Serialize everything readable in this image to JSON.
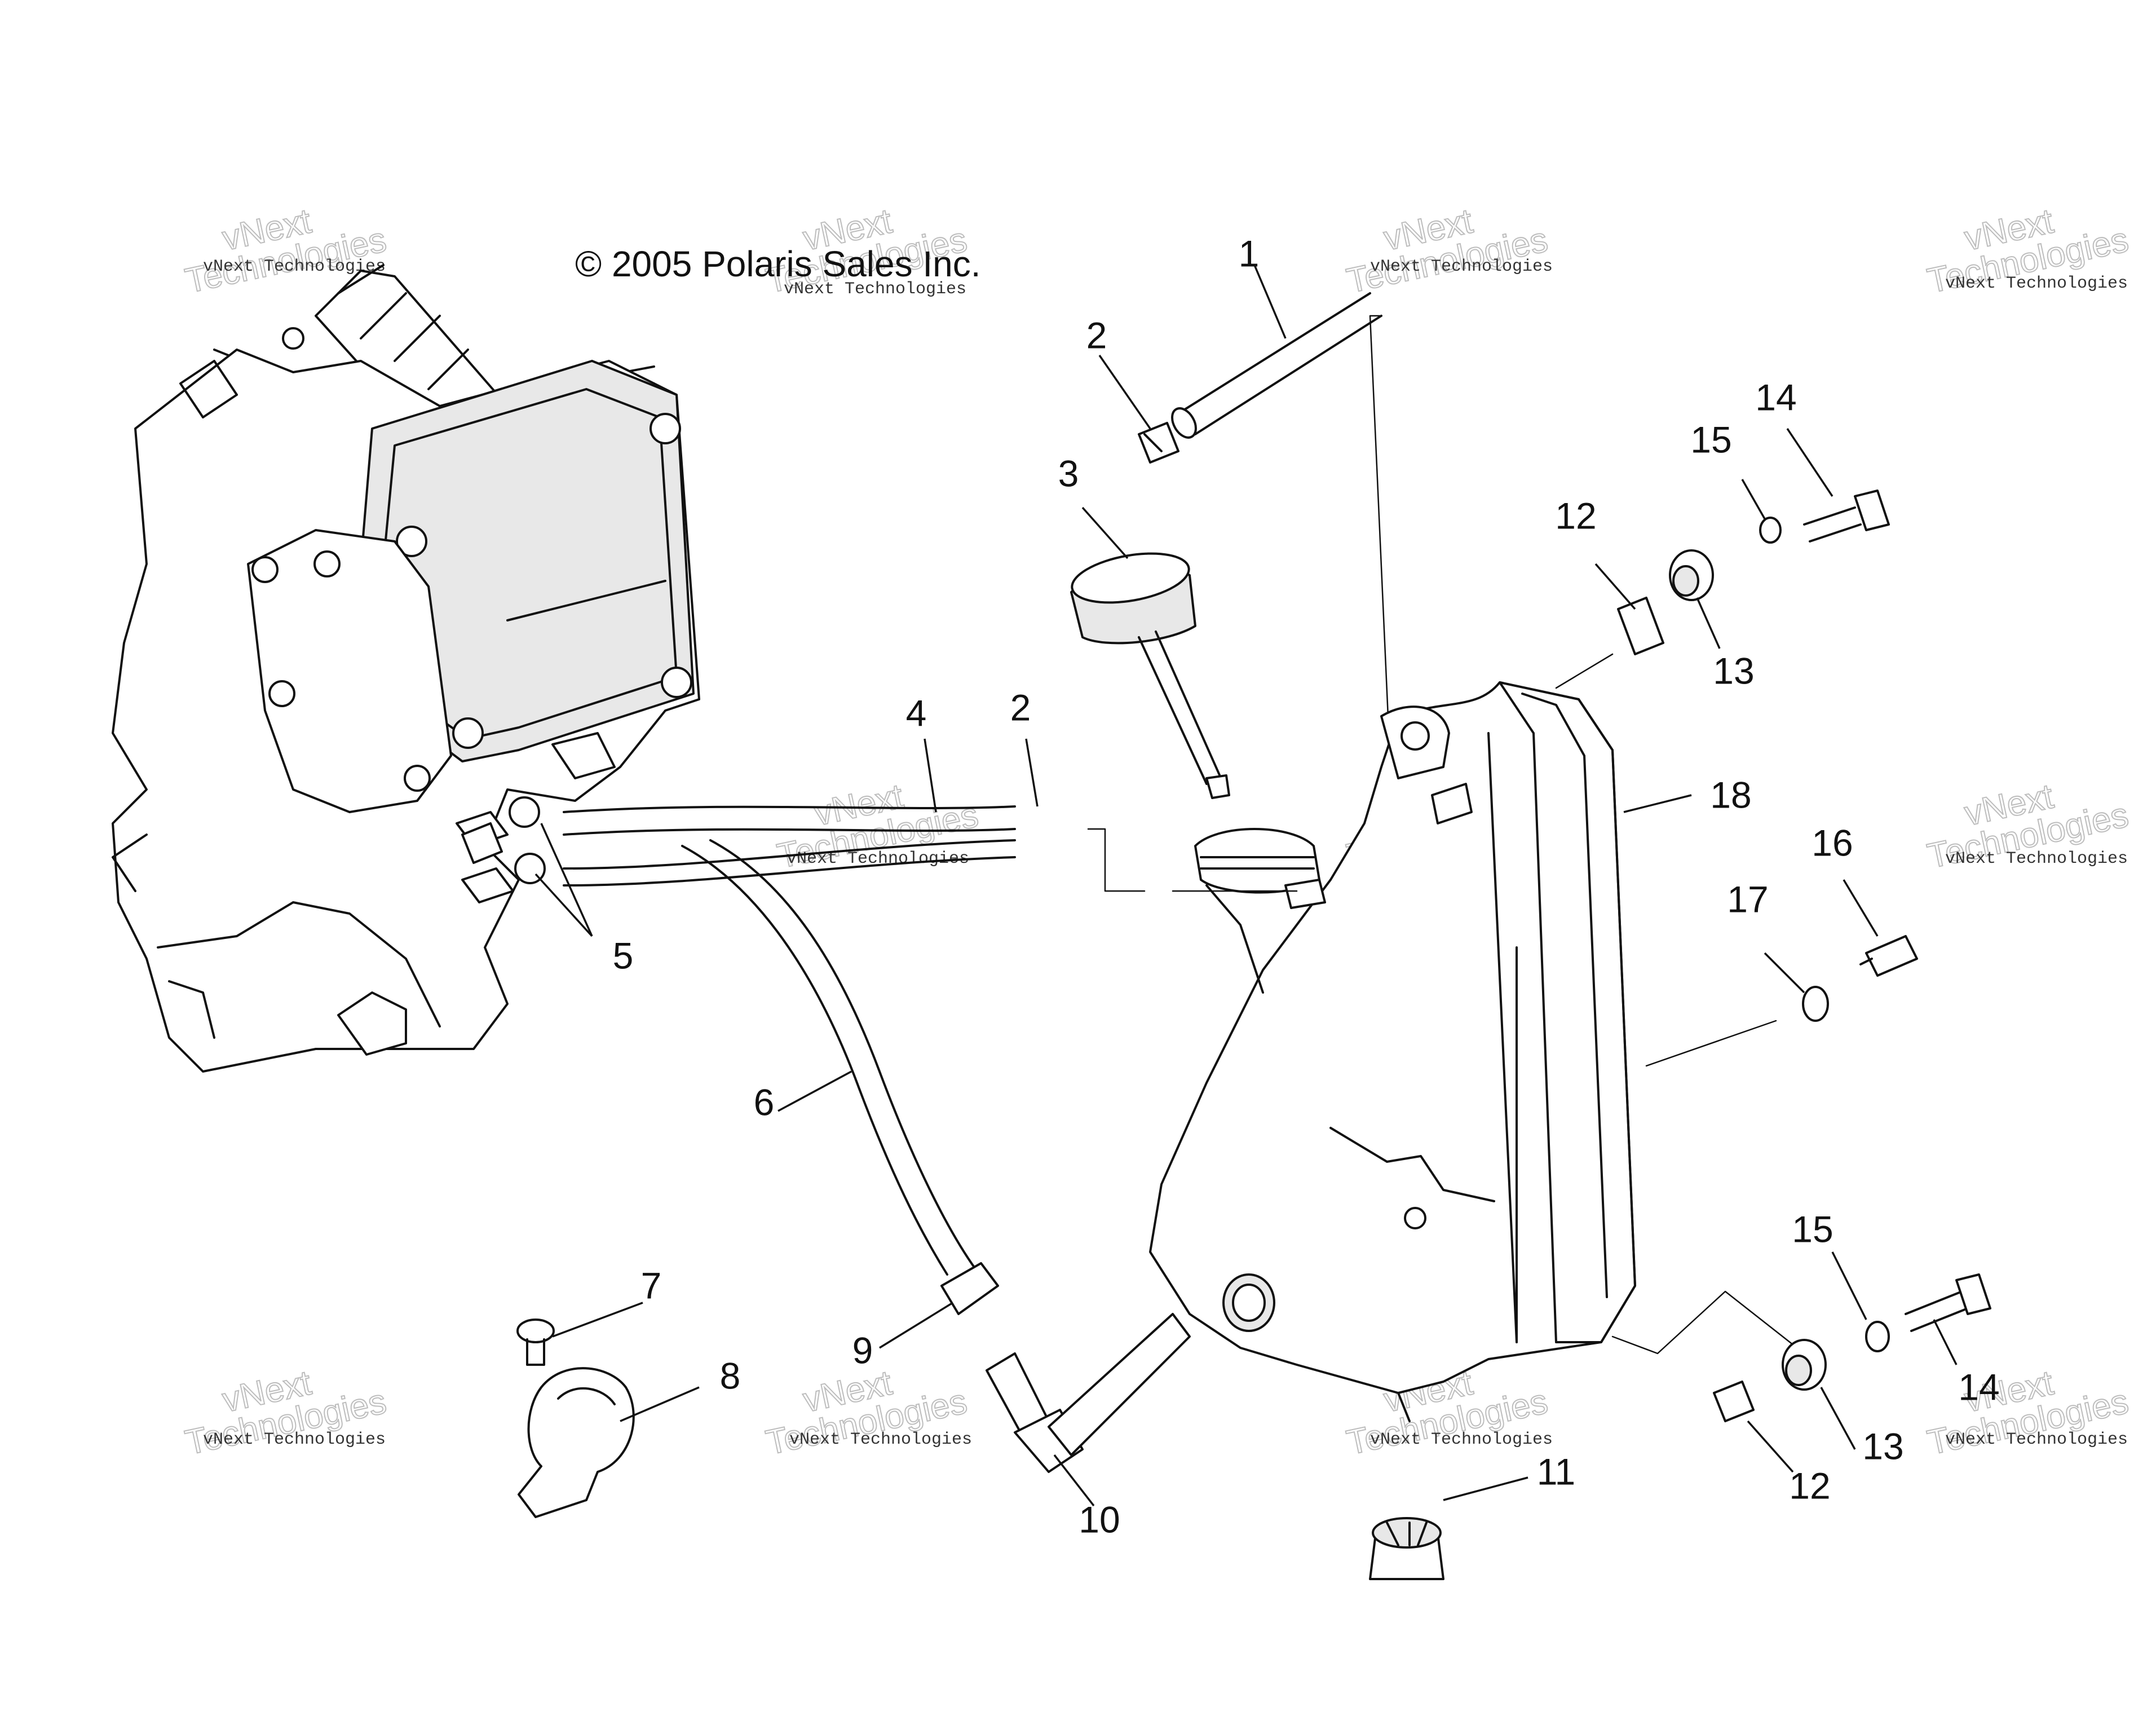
{
  "copyright": "© 2005 Polaris Sales Inc.",
  "watermark": {
    "small": "vNext Technologies",
    "big_line1": "vNext",
    "big_line2": "Technologies"
  },
  "callouts": [
    {
      "id": "c1",
      "label": "1",
      "part": "vent-hose"
    },
    {
      "id": "c2a",
      "label": "2",
      "part": "hose-clamp-upper"
    },
    {
      "id": "c2b",
      "label": "2",
      "part": "hose-clamp-mid"
    },
    {
      "id": "c3",
      "label": "3",
      "part": "dipstick-cap"
    },
    {
      "id": "c4",
      "label": "4",
      "part": "oil-hose-feed"
    },
    {
      "id": "c5",
      "label": "5",
      "part": "engine-hose-clamps"
    },
    {
      "id": "c6",
      "label": "6",
      "part": "oil-hose-return"
    },
    {
      "id": "c7",
      "label": "7",
      "part": "screw"
    },
    {
      "id": "c8",
      "label": "8",
      "part": "p-clamp"
    },
    {
      "id": "c9",
      "label": "9",
      "part": "hose-clamp-lower"
    },
    {
      "id": "c10",
      "label": "10",
      "part": "elbow-fitting"
    },
    {
      "id": "c11",
      "label": "11",
      "part": "drain-plug"
    },
    {
      "id": "c12a",
      "label": "12",
      "part": "spacer-upper"
    },
    {
      "id": "c12b",
      "label": "12",
      "part": "spacer-lower"
    },
    {
      "id": "c13a",
      "label": "13",
      "part": "grommet-upper"
    },
    {
      "id": "c13b",
      "label": "13",
      "part": "grommet-lower"
    },
    {
      "id": "c14a",
      "label": "14",
      "part": "bolt-upper"
    },
    {
      "id": "c14b",
      "label": "14",
      "part": "bolt-lower"
    },
    {
      "id": "c15a",
      "label": "15",
      "part": "washer-upper"
    },
    {
      "id": "c15b",
      "label": "15",
      "part": "washer-lower"
    },
    {
      "id": "c16",
      "label": "16",
      "part": "temp-sensor"
    },
    {
      "id": "c17",
      "label": "17",
      "part": "sealing-washer"
    },
    {
      "id": "c18",
      "label": "18",
      "part": "oil-tank"
    }
  ]
}
